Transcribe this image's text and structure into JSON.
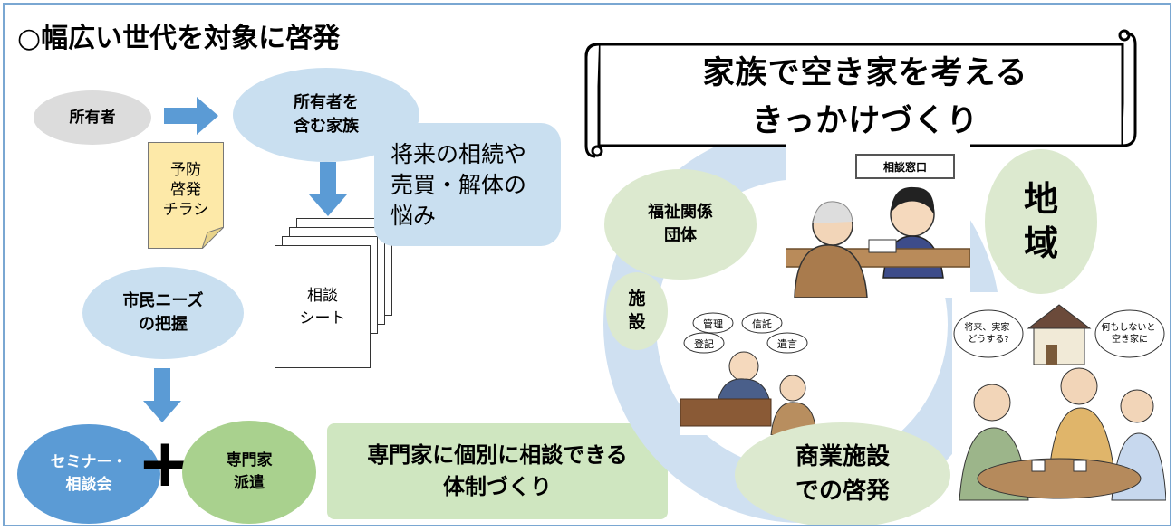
{
  "title": "○幅広い世代を対象に啓発",
  "left_flow": {
    "owner": "所有者",
    "owner_family": "所有者を\n含む家族",
    "flyer": "予防\n啓発\nチラシ",
    "worries": "将来の相続や\n売買・解体の\n悩み",
    "consult_sheet": "相談\nシート",
    "citizen_needs": "市民ニーズ\nの把握",
    "seminar": "セミナー・\n相談会",
    "plus_sign": "+",
    "expert_dispatch": "専門家\n派遣",
    "expert_system": "専門家に個別に相談できる\n体制づくり"
  },
  "right_panel": {
    "banner": "家族で空き家を考える\nきっかけづくり",
    "region": "地\n域",
    "welfare": "福祉関係\n団体",
    "facility": "施\n設",
    "commercial": "商業施設\nでの啓発",
    "counter_sign": "相談窓口",
    "bubble_kanri": "管理",
    "bubble_shintaku": "信託",
    "bubble_touki": "登記",
    "bubble_yuigon": "遺言",
    "bubble_jikka": "将来、実家\nどうする?",
    "bubble_akiya": "何もしないと\n空き家に"
  },
  "colors": {
    "frame": "#7aa7d2",
    "light_blue": "#c9dff0",
    "arrow_blue": "#5b9bd5",
    "light_green": "#dce9cf",
    "green": "#a9d18e",
    "flyer_yellow": "#fde9a8",
    "ring": "#cfe0f1"
  },
  "icons": [
    "right-arrow-icon",
    "down-arrow-icon",
    "scroll-banner-icon",
    "cycle-ring-icon"
  ]
}
